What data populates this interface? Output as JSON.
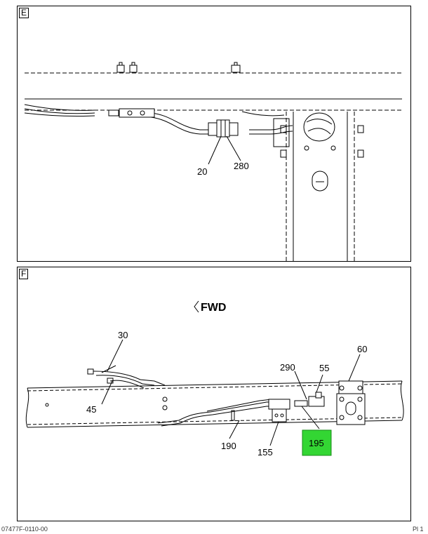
{
  "panels": [
    {
      "id": "E",
      "label": "E",
      "callouts": [
        "20",
        "280"
      ]
    },
    {
      "id": "F",
      "label": "F",
      "direction_label": "FWD",
      "callouts": [
        "30",
        "45",
        "290",
        "55",
        "60",
        "190",
        "155",
        "195"
      ],
      "highlighted_callout": "195"
    }
  ],
  "colors": {
    "line": "#000000",
    "highlight": "#33d633",
    "background": "#ffffff"
  },
  "footer": {
    "left": "07477F-0110-00",
    "right": "Pl 1"
  }
}
